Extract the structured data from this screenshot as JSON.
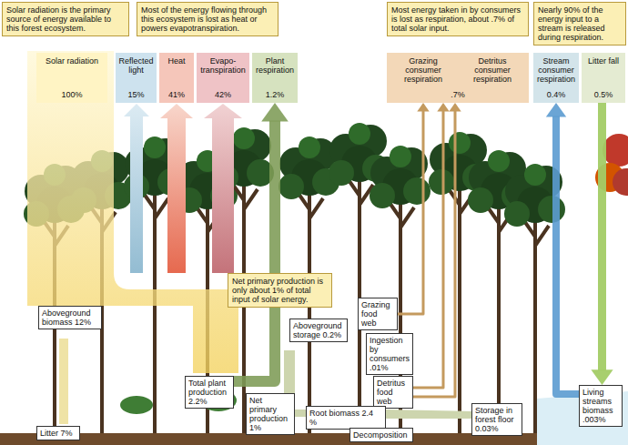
{
  "diagram": {
    "nodes": [
      {
        "text": [
          "Solar radiation is the primary source of energy available to this forest ecosystem."
        ]
      },
      {
        "text": [
          "Most of the energy flowing through this ecosystem is lost as heat or powers evapotranspiration."
        ]
      },
      {
        "text": [
          "Most energy taken in by consumers is lost as respiration, about .7% of total solar input."
        ]
      },
      {
        "text": [
          "Nearly 90% of the energy input to a stream is released during respiration."
        ]
      },
      {
        "text": [
          "Solar radiation",
          "100%"
        ]
      },
      {
        "text": [
          "Reflected light",
          "15%"
        ]
      },
      {
        "text": [
          "Heat",
          "41%"
        ]
      },
      {
        "text": [
          "Evapo-transpiration",
          "42%"
        ]
      },
      {
        "text": [
          "Plant respiration",
          "1.2%"
        ]
      },
      {
        "text": [
          "Grazing consumer respiration",
          "Detritus consumer respiration",
          ".7%"
        ]
      },
      {
        "text": [
          "Stream consumer respiration",
          "0.4%"
        ]
      },
      {
        "text": [
          "Litter fall",
          "0.5%"
        ]
      },
      {
        "text": [
          "Net primary production is only about 1% of total input of solar energy."
        ]
      },
      {
        "text": [
          "Aboveground biomass 12%"
        ]
      },
      {
        "text": [
          "Grazing food web"
        ]
      },
      {
        "text": [
          "Aboveground storage 0.2%"
        ]
      },
      {
        "text": [
          "Ingestion by consumers .01%"
        ]
      },
      {
        "text": [
          "Total plant production 2.2%"
        ]
      },
      {
        "text": [
          "Detritus food web"
        ]
      },
      {
        "text": [
          "Net primary production 1%"
        ]
      },
      {
        "text": [
          "Root biomass 2.4 %"
        ]
      },
      {
        "text": [
          "Storage in forest floor 0.03%"
        ]
      },
      {
        "text": [
          "Living streams biomass .003%"
        ]
      },
      {
        "text": [
          "Litter 7%"
        ]
      },
      {
        "text": [
          "Decomposition"
        ]
      }
    ],
    "edges": [
      {
        "from": 17,
        "to": 8,
        "arrow": "to"
      },
      {
        "from": 14,
        "to": 9,
        "arrow": "to"
      },
      {
        "from": 18,
        "to": 9,
        "arrow": "to"
      },
      {
        "from": 18,
        "to": 9,
        "arrow": "to"
      },
      {
        "from": 11,
        "to": 22,
        "arrow": "to"
      },
      {
        "from": 22,
        "to": 10,
        "arrow": "to"
      }
    ]
  }
}
